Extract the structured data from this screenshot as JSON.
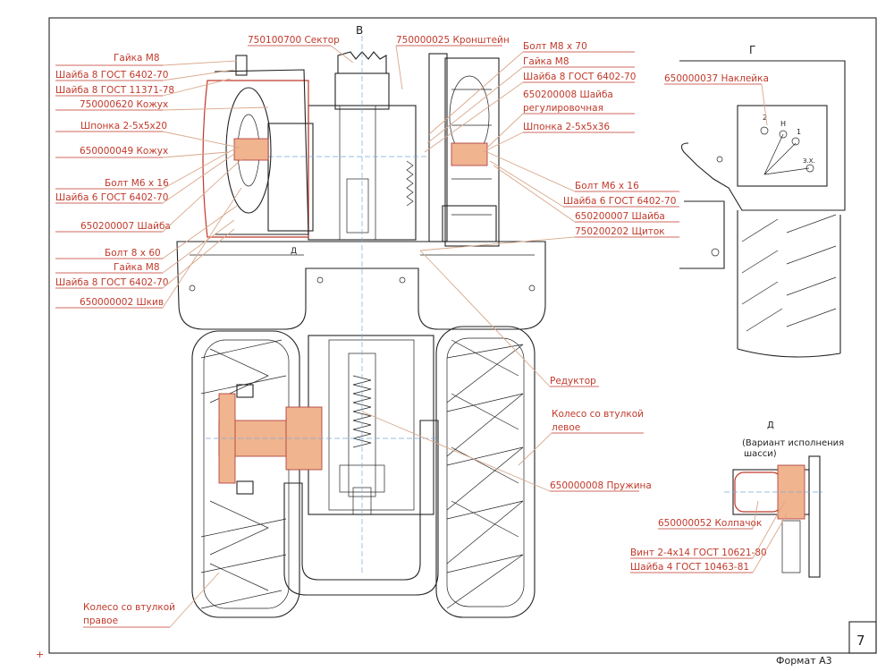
{
  "view_titles": {
    "v": "В",
    "g": "Г",
    "d": "Д",
    "d_small": "Д"
  },
  "variant_note": [
    "(Вариант исполнения",
    "шасси)"
  ],
  "frame": {
    "sheet_number": "7",
    "format": "Формат А3",
    "plus": "+"
  },
  "top_labels": [
    "750100700  Сектор",
    "750000025 Кронштейн"
  ],
  "left_labels": [
    "Гайка М8",
    "Шайба 8 ГОСТ 6402-70",
    "Шайба 8 ГОСТ 11371-78",
    "750000620 Кожух",
    "Шпонка 2-5х5х20",
    "650000049 Кожух",
    "Болт М6 х 16",
    "Шайба 6 ГОСТ 6402-70",
    "650200007 Шайба",
    "Болт 8 х 60",
    "Гайка М8",
    "Шайба 8 ГОСТ 6402-70",
    "650000002 Шкив"
  ],
  "right_labels": [
    "Болт М8 х 70",
    "Гайка М8",
    "Шайба 8 ГОСТ 6402-70",
    "650200008 Шайба",
    "регулировочная",
    "Шпонка 2-5х5х36",
    "Болт М6 х 16",
    "Шайба 6 ГОСТ 6402-70",
    "650200007 Шайба",
    "750200202 Щиток"
  ],
  "middle_right_labels": [
    "Редуктор",
    "Колесо со втулкой",
    "левое",
    "650000008 Пружина"
  ],
  "bottom_left_labels": [
    "Колесо со втулкой",
    "правое"
  ],
  "view_g": {
    "sticker": "650000037 Наклейка",
    "marks": [
      "2",
      "Н",
      "1",
      "З.Х."
    ]
  },
  "view_d_labels": [
    "650000052 Колпачок",
    "Винт 2-4х14 ГОСТ 10621-80",
    "Шайба 4 ГОСТ 10463-81"
  ]
}
